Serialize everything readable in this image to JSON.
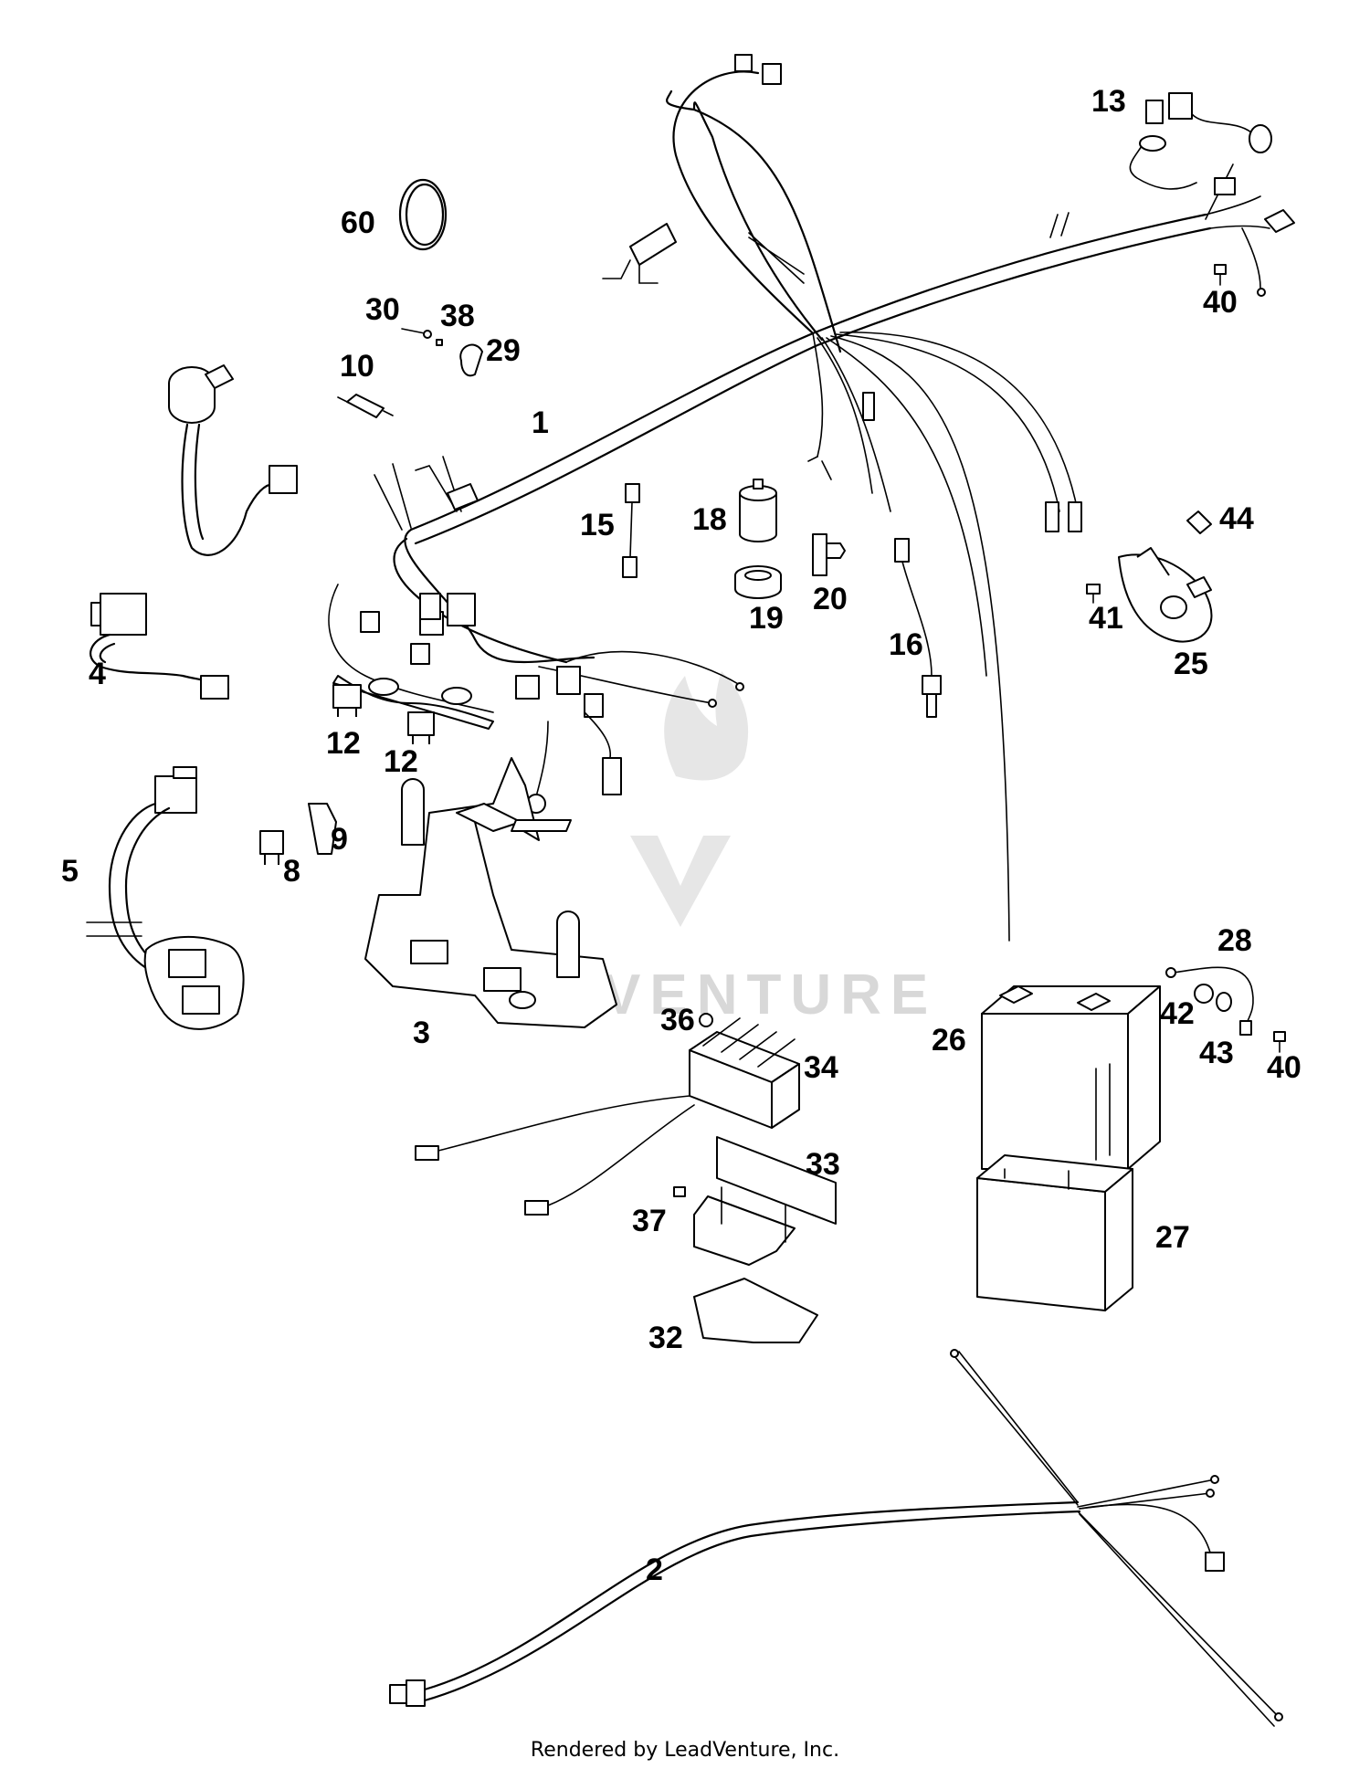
{
  "footer": {
    "text": "Rendered by LeadVenture, Inc."
  },
  "watermark": {
    "text": "VENTURE"
  },
  "callouts": {
    "c1": "1",
    "c2": "2",
    "c3": "3",
    "c4": "4",
    "c5": "5",
    "c8": "8",
    "c9": "9",
    "c10": "10",
    "c12a": "12",
    "c12b": "12",
    "c13": "13",
    "c15": "15",
    "c16": "16",
    "c18": "18",
    "c19": "19",
    "c20": "20",
    "c25": "25",
    "c26": "26",
    "c27": "27",
    "c28": "28",
    "c29": "29",
    "c30": "30",
    "c32": "32",
    "c33": "33",
    "c34": "34",
    "c36": "36",
    "c37": "37",
    "c38": "38",
    "c40a": "40",
    "c40b": "40",
    "c41": "41",
    "c42": "42",
    "c43": "43",
    "c44": "44",
    "c60": "60"
  }
}
